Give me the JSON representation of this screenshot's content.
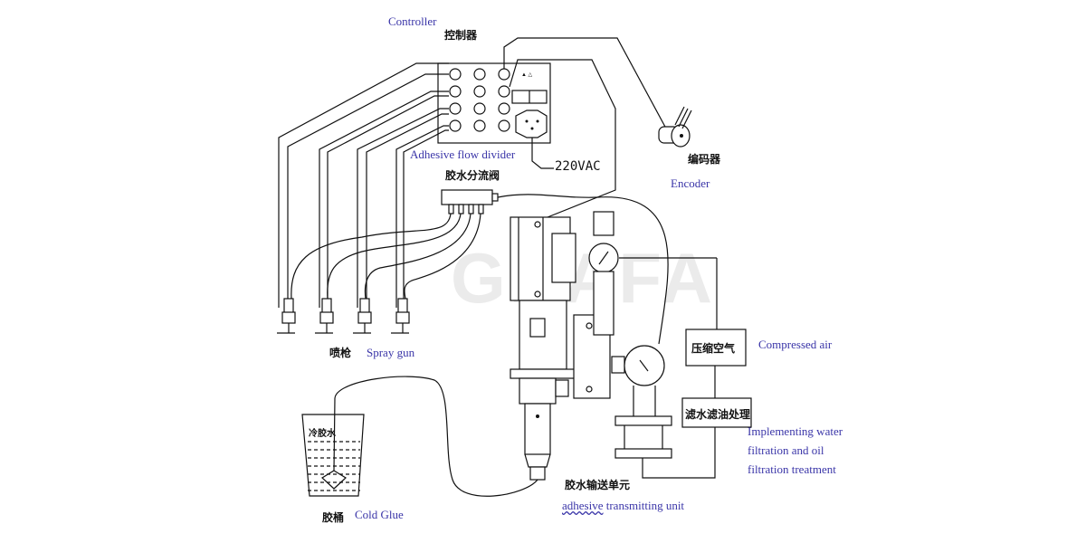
{
  "watermark": "GRAFA",
  "labels": {
    "controller_en": "Controller",
    "controller_zh": "控制器",
    "flow_divider_en": "Adhesive flow divider",
    "flow_divider_zh": "胶水分流阀",
    "power": "220VAC",
    "encoder_zh": "编码器",
    "encoder_en": "Encoder",
    "spray_gun_zh": "喷枪",
    "spray_gun_en": "Spray gun",
    "compressed_air_zh": "压缩空气",
    "compressed_air_en": "Compressed air",
    "filtration_zh": "滤水滤油处理",
    "filtration_en": "Implementing water filtration and oil filtration treatment",
    "transmitting_unit_zh": "胶水输送单元",
    "transmitting_unit_en_1": "adhesive",
    "transmitting_unit_en_2": " transmitting unit",
    "cold_glue_bucket_zh": "胶桶",
    "cold_glue_en": "Cold Glue",
    "cold_glue_liquid_zh": "冷胶水"
  },
  "colors": {
    "english_label": "#3a35a8",
    "line": "#111111",
    "watermark": "#ebebeb"
  }
}
